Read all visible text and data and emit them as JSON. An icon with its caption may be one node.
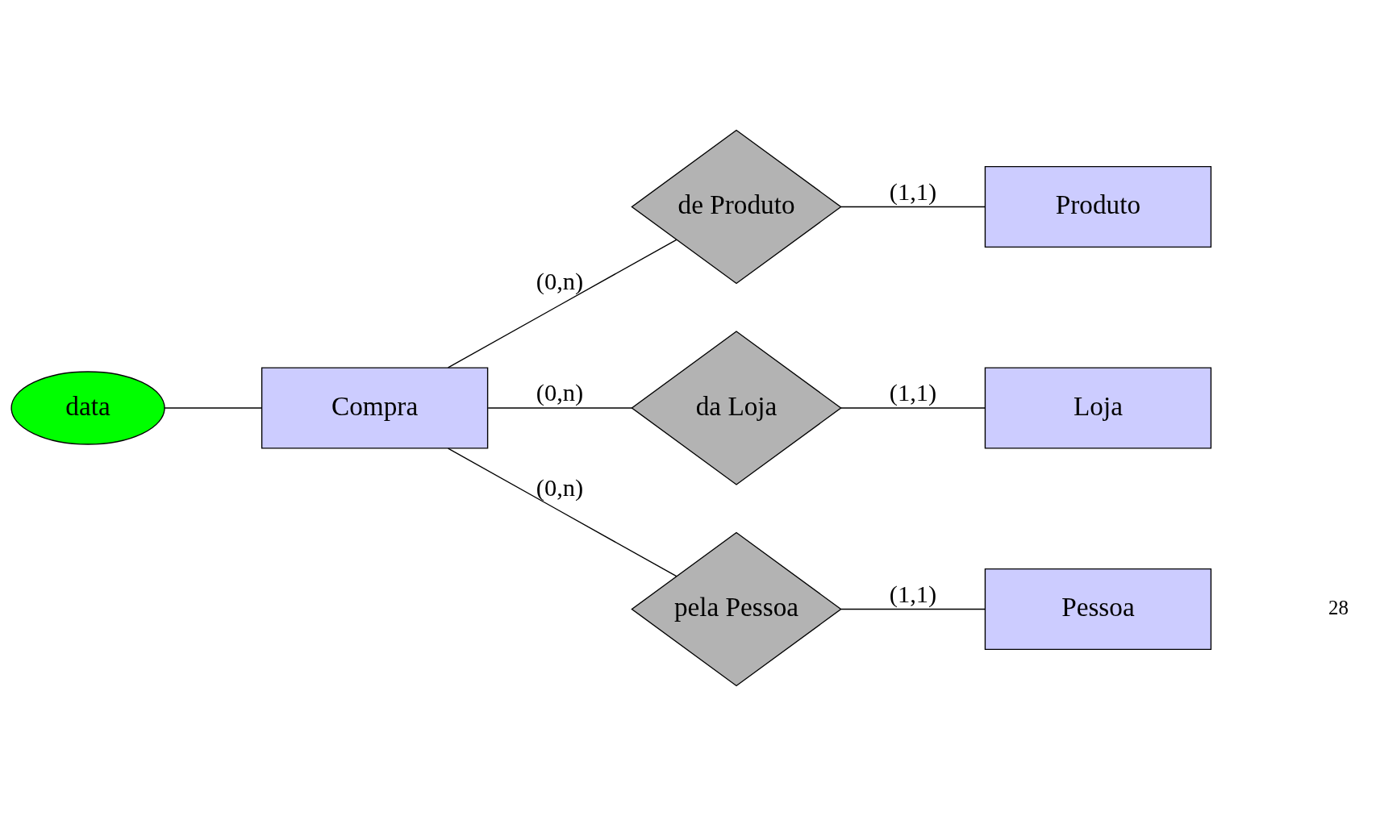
{
  "diagram": {
    "nodes": [
      {
        "text": [
          "data"
        ]
      },
      {
        "text": [
          "de Produto"
        ]
      },
      {
        "text": [
          "Produto"
        ]
      },
      {
        "text": [
          "Compra"
        ]
      },
      {
        "text": [
          "da Loja"
        ]
      },
      {
        "text": [
          "Loja"
        ]
      },
      {
        "text": [
          "pela Pessoa"
        ]
      },
      {
        "text": [
          "Pessoa"
        ]
      }
    ],
    "edges": [
      {
        "from": 0,
        "to": 3,
        "arrow": "none"
      },
      {
        "from": 3,
        "to": 1,
        "arrow": "none",
        "label": "(0,n)"
      },
      {
        "from": 1,
        "to": 2,
        "arrow": "none",
        "label": "(1,1)"
      },
      {
        "from": 3,
        "to": 4,
        "arrow": "none",
        "label": "(0,n)"
      },
      {
        "from": 4,
        "to": 5,
        "arrow": "none",
        "label": "(1,1)"
      },
      {
        "from": 3,
        "to": 6,
        "arrow": "none",
        "label": "(0,n)"
      },
      {
        "from": 6,
        "to": 7,
        "arrow": "none",
        "label": "(1,1)"
      }
    ],
    "labels": [
      "28"
    ]
  }
}
